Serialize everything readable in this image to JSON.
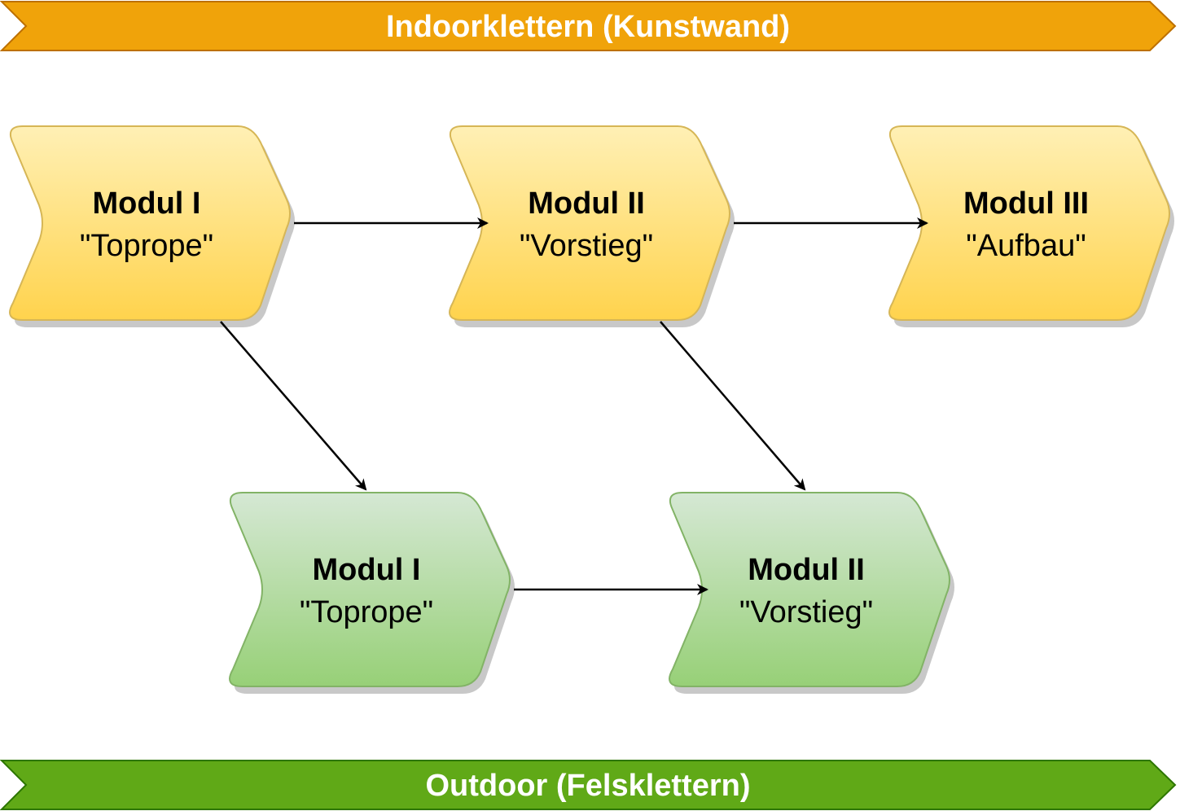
{
  "banners": {
    "indoor": {
      "label": "Indoorklettern (Kunstwand)",
      "fill": "#f0a30a",
      "stroke": "#bd7000"
    },
    "outdoor": {
      "label": "Outdoor (Felsklettern)",
      "fill": "#60a917",
      "stroke": "#2d7600"
    }
  },
  "modules": {
    "indoor_1": {
      "title": "Modul I",
      "subtitle": "\"Toprope\""
    },
    "indoor_2": {
      "title": "Modul II",
      "subtitle": "\"Vorstieg\""
    },
    "indoor_3": {
      "title": "Modul III",
      "subtitle": "\"Aufbau\""
    },
    "outdoor_1": {
      "title": "Modul I",
      "subtitle": "\"Toprope\""
    },
    "outdoor_2": {
      "title": "Modul II",
      "subtitle": "\"Vorstieg\""
    }
  },
  "colors": {
    "indoor_gradient": [
      "#fff0b5",
      "#ffd34d"
    ],
    "indoor_stroke": "#d6b656",
    "outdoor_gradient": [
      "#d5e8d4",
      "#97d077"
    ],
    "outdoor_stroke": "#82b366"
  }
}
